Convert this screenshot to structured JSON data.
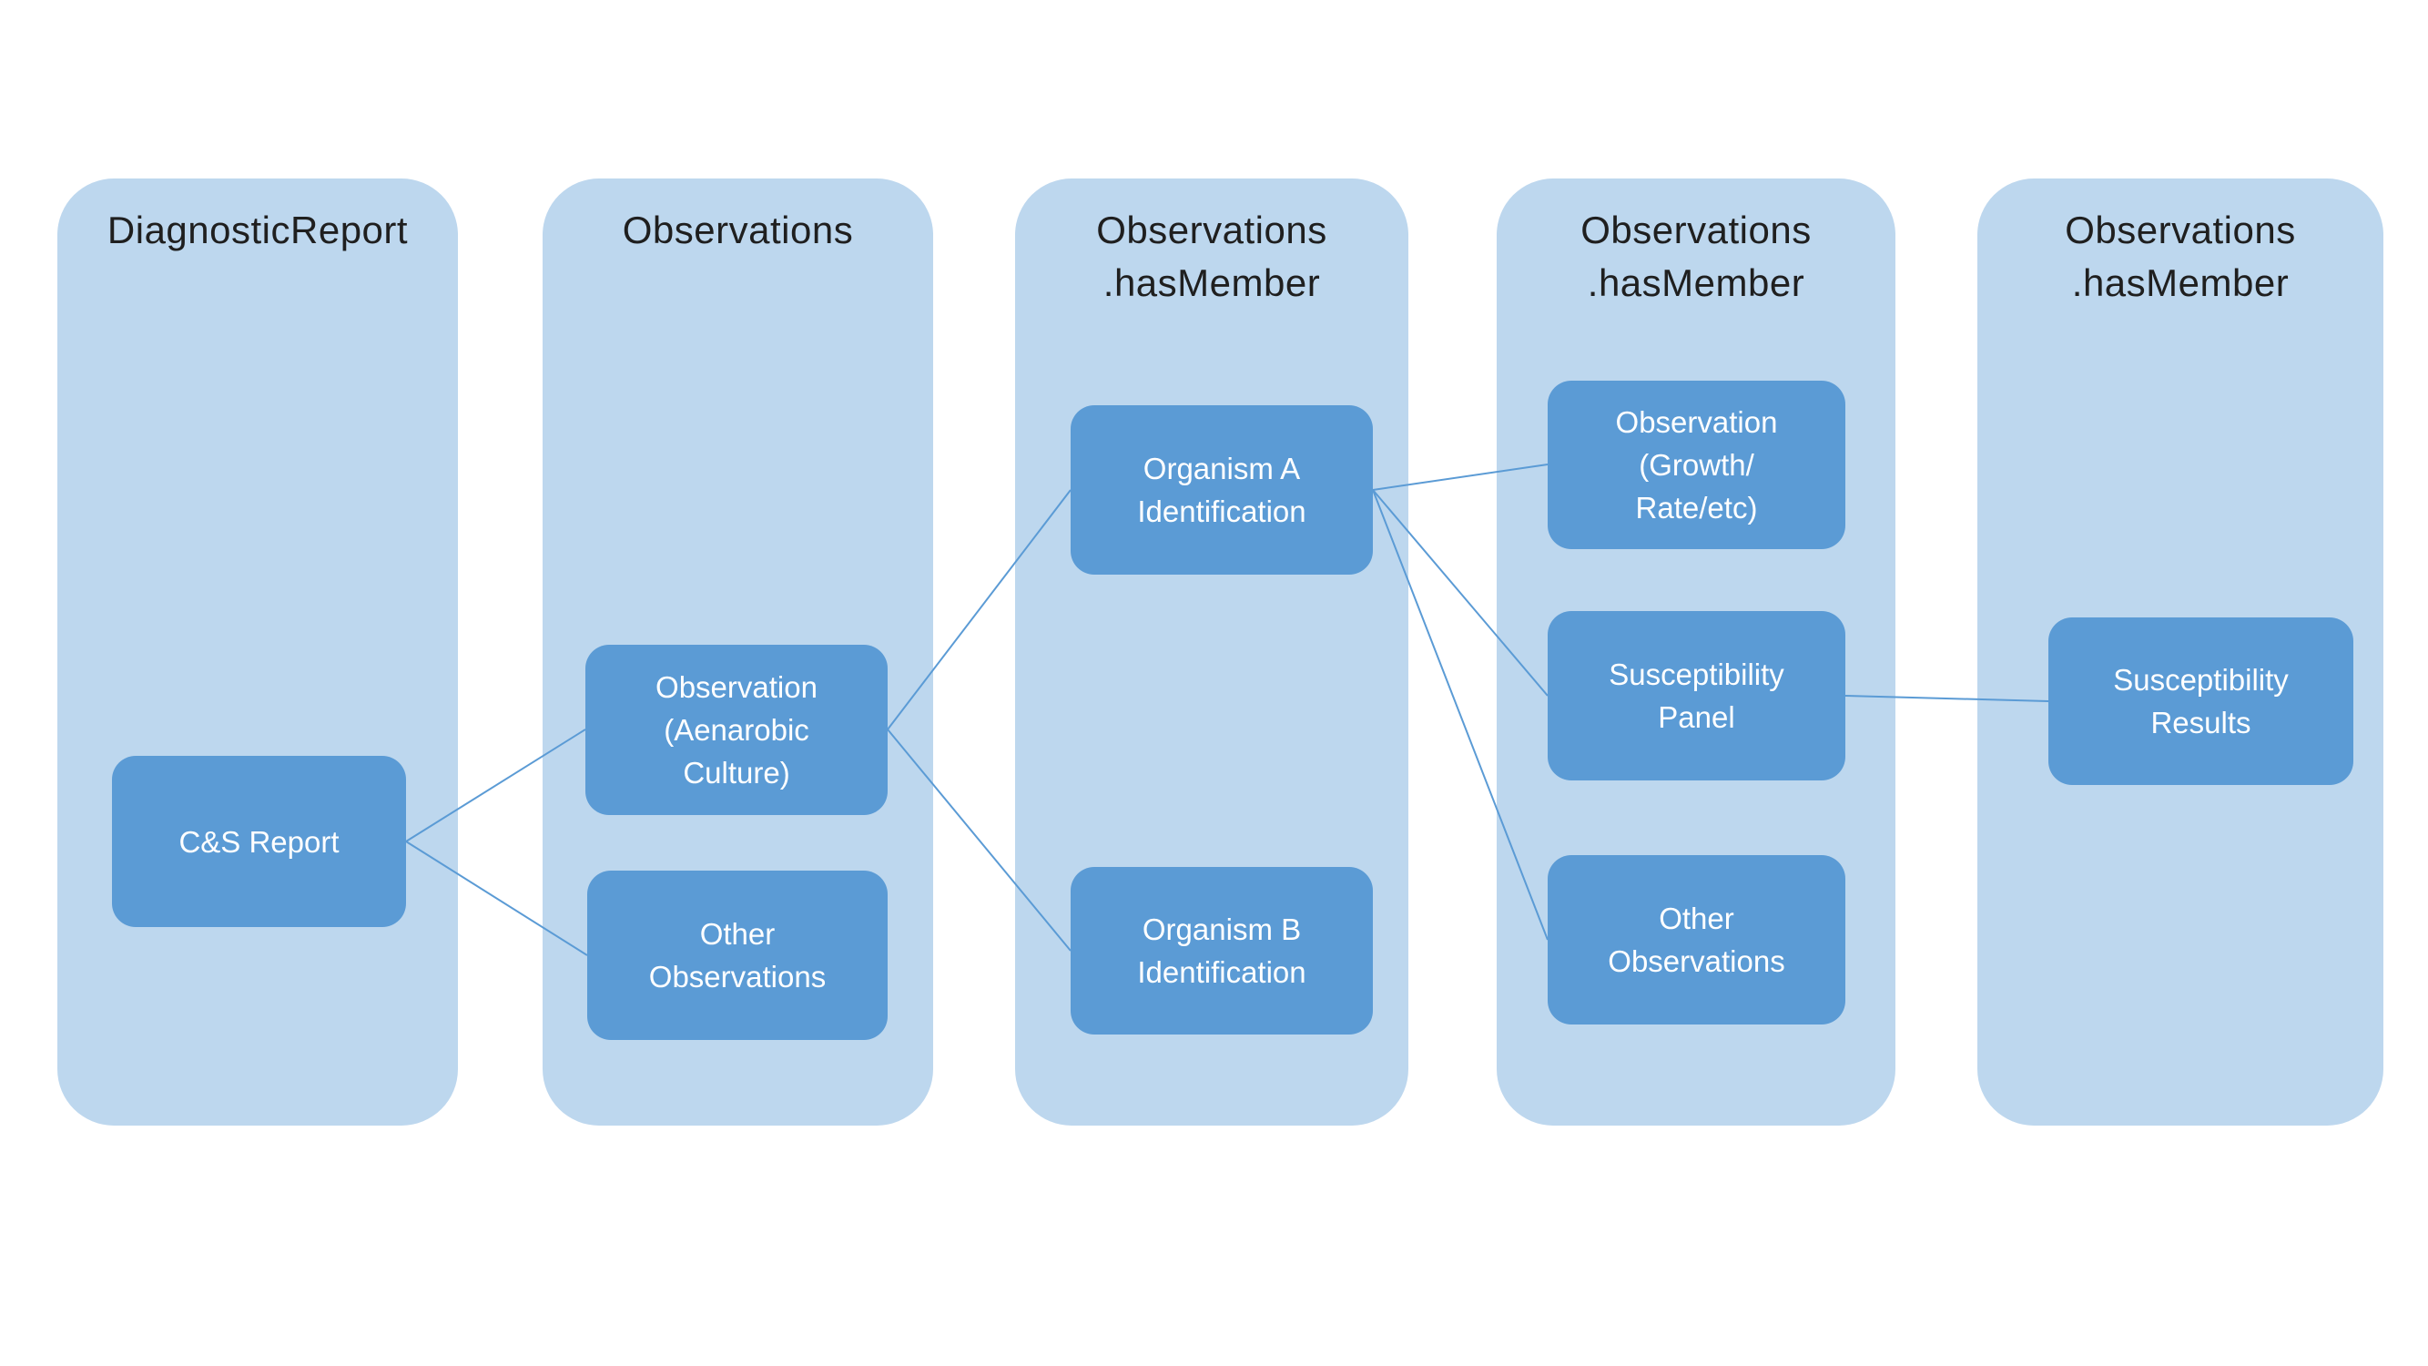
{
  "colors": {
    "panel-bg": "#bdd7ee",
    "node-bg": "#5b9bd5",
    "node-text": "#ffffff",
    "title-text": "#1f1f1f",
    "connector": "#5b9bd5",
    "canvas-bg": "#ffffff"
  },
  "columns": [
    {
      "id": "diagnostic-report",
      "title_lines": [
        "DiagnosticReport"
      ],
      "boxes": [
        {
          "id": "cs-report",
          "lines": [
            "C&S Report"
          ]
        }
      ]
    },
    {
      "id": "observations",
      "title_lines": [
        "Observations"
      ],
      "boxes": [
        {
          "id": "observation-aenarobic-culture",
          "lines": [
            "Observation",
            "(Aenarobic",
            "Culture)"
          ]
        },
        {
          "id": "other-observations-1",
          "lines": [
            "Other",
            "Observations"
          ]
        }
      ]
    },
    {
      "id": "observations-hasmember-1",
      "title_lines": [
        "Observations",
        ".hasMember"
      ],
      "boxes": [
        {
          "id": "organism-a-identification",
          "lines": [
            "Organism A",
            "Identification"
          ]
        },
        {
          "id": "organism-b-identification",
          "lines": [
            "Organism B",
            "Identification"
          ]
        }
      ]
    },
    {
      "id": "observations-hasmember-2",
      "title_lines": [
        "Observations",
        ".hasMember"
      ],
      "boxes": [
        {
          "id": "observation-growth-rate",
          "lines": [
            "Observation",
            "(Growth/",
            "Rate/etc)"
          ]
        },
        {
          "id": "susceptibility-panel",
          "lines": [
            "Susceptibility",
            "Panel"
          ]
        },
        {
          "id": "other-observations-2",
          "lines": [
            "Other",
            "Observations"
          ]
        }
      ]
    },
    {
      "id": "observations-hasmember-3",
      "title_lines": [
        "Observations",
        ".hasMember"
      ],
      "boxes": [
        {
          "id": "susceptibility-results",
          "lines": [
            "Susceptibility",
            "Results"
          ]
        }
      ]
    }
  ],
  "connections": [
    {
      "from": "cs-report",
      "to": "observation-aenarobic-culture"
    },
    {
      "from": "cs-report",
      "to": "other-observations-1"
    },
    {
      "from": "observation-aenarobic-culture",
      "to": "organism-a-identification"
    },
    {
      "from": "observation-aenarobic-culture",
      "to": "organism-b-identification"
    },
    {
      "from": "organism-a-identification",
      "to": "observation-growth-rate"
    },
    {
      "from": "organism-a-identification",
      "to": "susceptibility-panel"
    },
    {
      "from": "organism-a-identification",
      "to": "other-observations-2"
    },
    {
      "from": "susceptibility-panel",
      "to": "susceptibility-results"
    }
  ]
}
